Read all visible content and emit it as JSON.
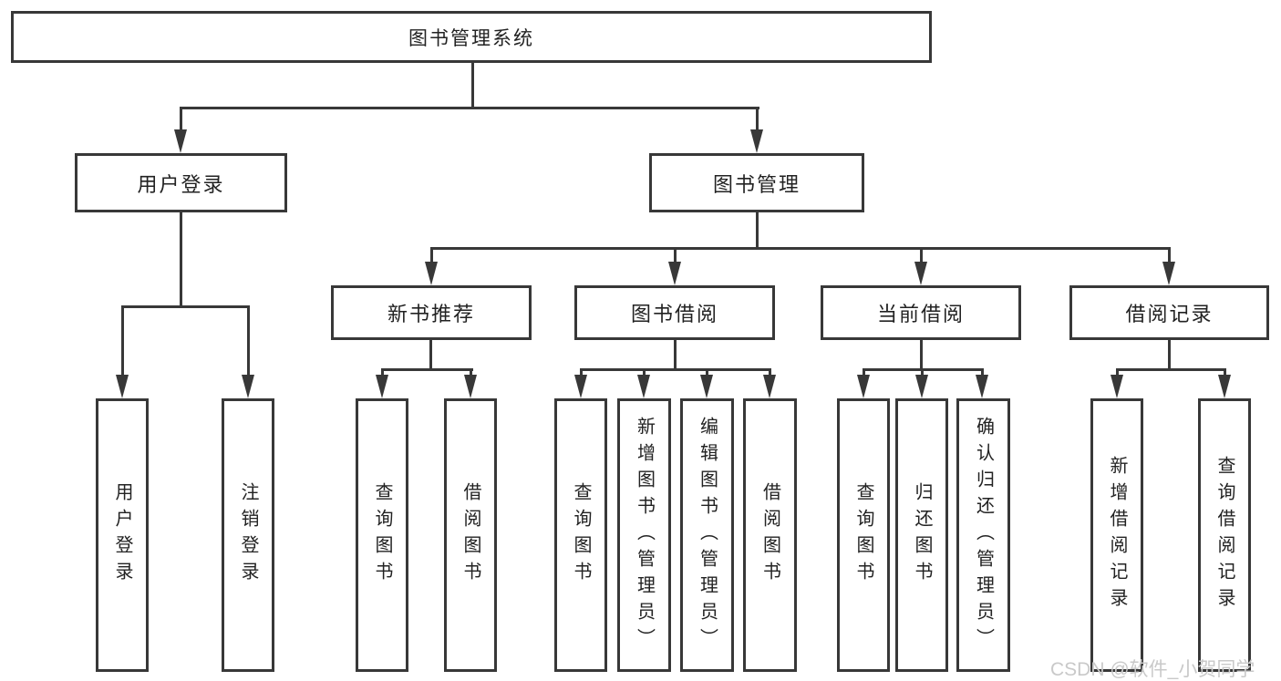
{
  "diagram": {
    "colors": {
      "line": "#383838",
      "box_border": "#383838",
      "text": "#222222",
      "watermark": "#c9c9c9",
      "background": "#ffffff"
    },
    "watermark": "CSDN @软件_小贺同学"
  },
  "tree": {
    "label": "图书管理系统",
    "children": [
      {
        "label": "用户登录",
        "children": [
          {
            "label": "用户登录"
          },
          {
            "label": "注销登录"
          }
        ]
      },
      {
        "label": "图书管理",
        "children": [
          {
            "label": "新书推荐",
            "children": [
              {
                "label": "查询图书"
              },
              {
                "label": "借阅图书"
              }
            ]
          },
          {
            "label": "图书借阅",
            "children": [
              {
                "label": "查询图书"
              },
              {
                "label": "新增图书（管理员）"
              },
              {
                "label": "编辑图书（管理员）"
              },
              {
                "label": "借阅图书"
              }
            ]
          },
          {
            "label": "当前借阅",
            "children": [
              {
                "label": "查询图书"
              },
              {
                "label": "归还图书"
              },
              {
                "label": "确认归还（管理员）"
              }
            ]
          },
          {
            "label": "借阅记录",
            "children": [
              {
                "label": "新增借阅记录"
              },
              {
                "label": "查询借阅记录"
              }
            ]
          }
        ]
      }
    ]
  }
}
